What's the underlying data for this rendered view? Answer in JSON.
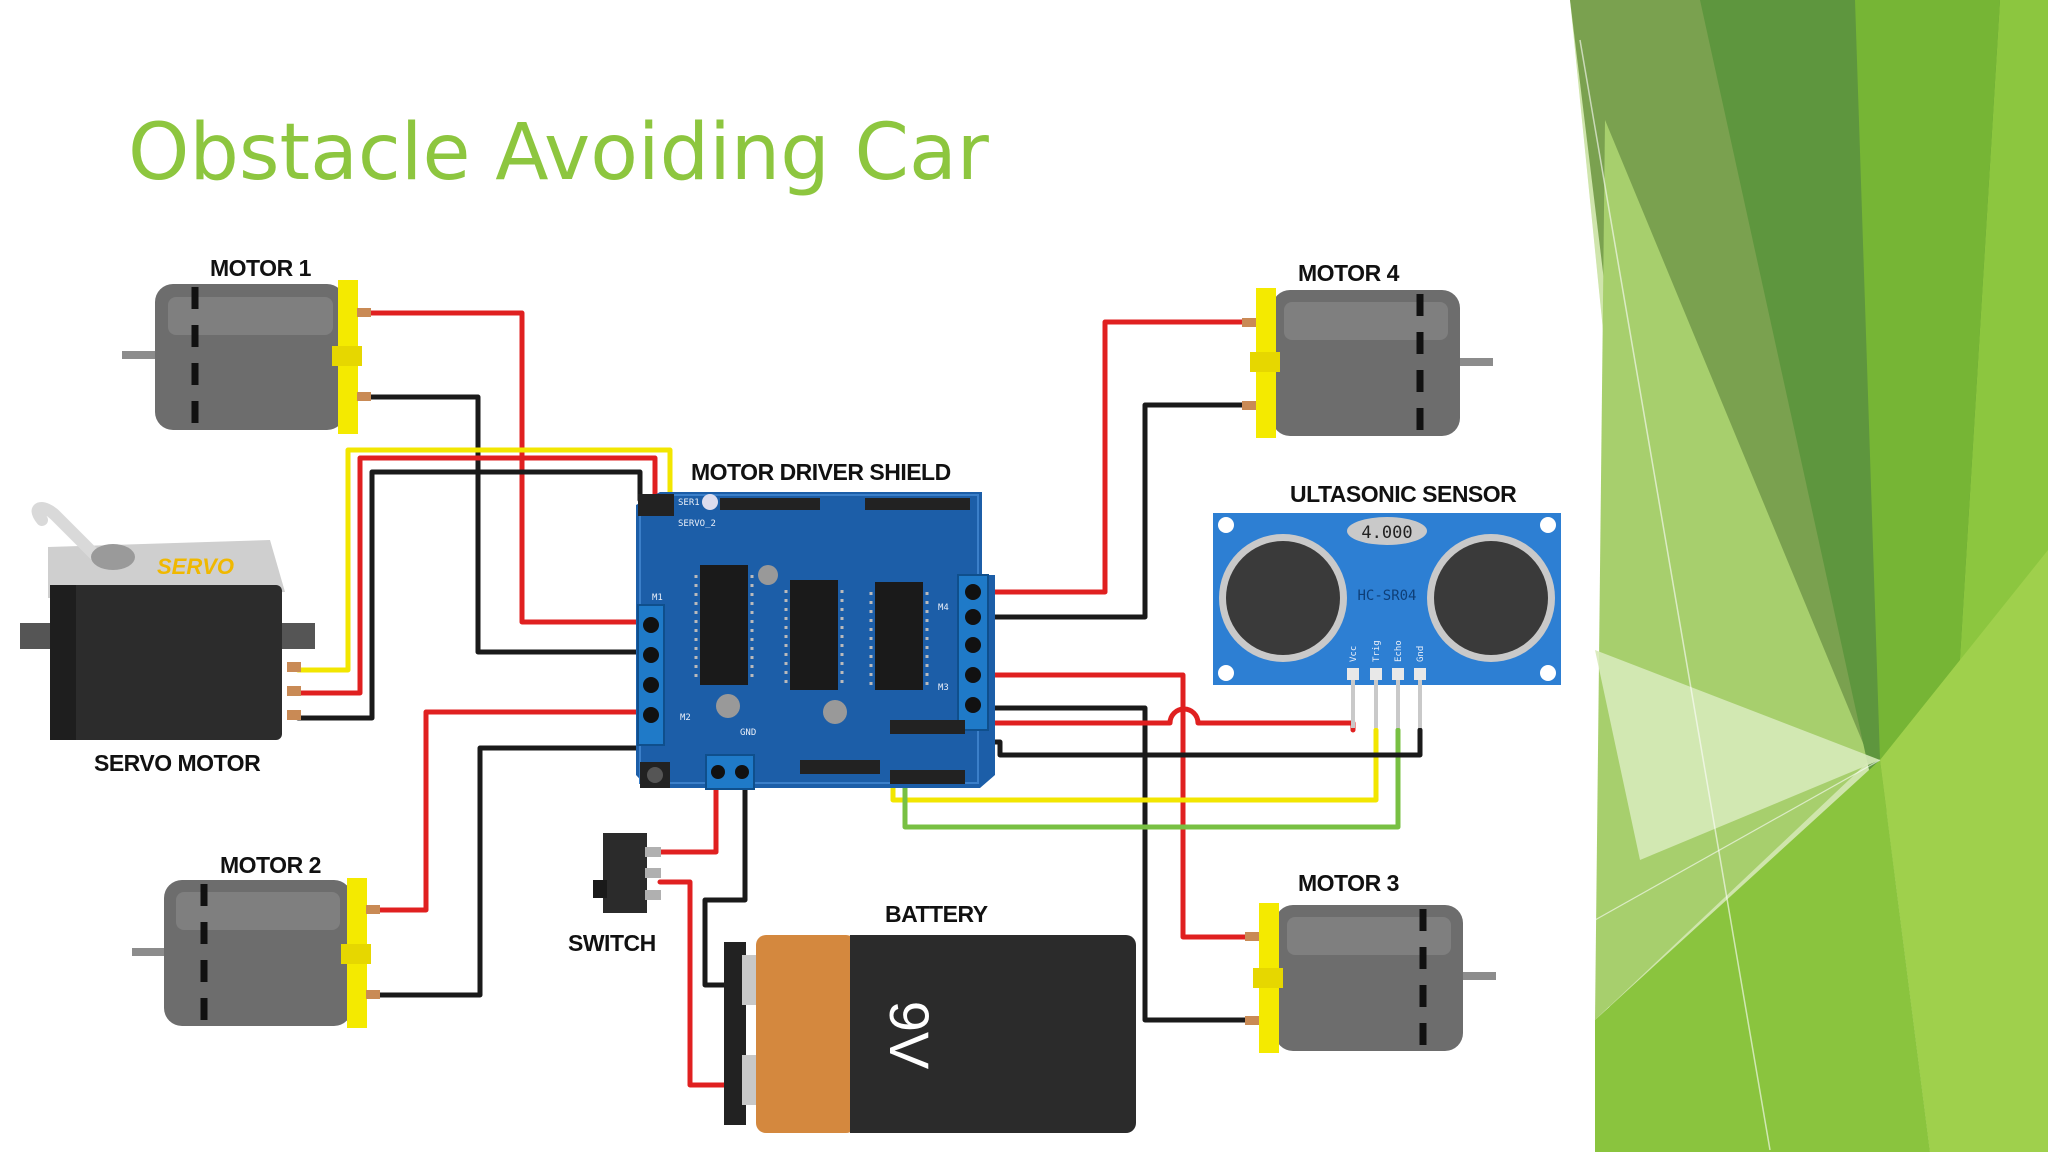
{
  "slide": {
    "title": "Obstacle Avoiding Car",
    "accent_color": "#8dc63f"
  },
  "diagram": {
    "labels": {
      "motor1": "MOTOR 1",
      "motor2": "MOTOR 2",
      "motor3": "MOTOR 3",
      "motor4": "MOTOR 4",
      "servo_body": "SERVO",
      "servo_caption": "SERVO MOTOR",
      "shield": "MOTOR DRIVER SHIELD",
      "sensor": "ULTASONIC SENSOR",
      "sensor_display": "4.000",
      "sensor_model": "HC-SR04",
      "battery": "BATTERY",
      "battery_voltage": "9V",
      "switch": "SWITCH",
      "shield_m1": "M1",
      "shield_m2": "M2",
      "shield_m3": "M3",
      "shield_m4": "M4",
      "shield_gnd": "GND",
      "shield_ser1": "SER1",
      "shield_servo2": "SERVO_2",
      "pin_vcc": "Vcc",
      "pin_trig": "Trig",
      "pin_echo": "Echo",
      "pin_gnd": "Gnd"
    },
    "wire_colors": {
      "red": "#e02020",
      "black": "#1a1a1a",
      "yellow": "#f2e600",
      "green": "#78c043"
    },
    "component_colors": {
      "motor_body": "#6d6d6d",
      "motor_cap": "#f4ea00",
      "shield_board": "#1c5ea8",
      "sensor_board": "#2d7fd3",
      "battery_copper": "#d4883e",
      "battery_black": "#2b2b2b",
      "servo_body": "#2c2c2c",
      "servo_text": "#f0b800"
    }
  }
}
